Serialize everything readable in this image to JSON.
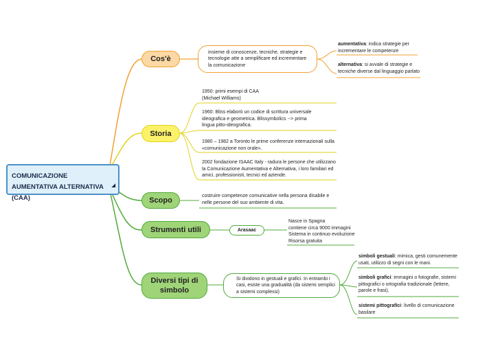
{
  "root": {
    "title": "COMUNICAZIONE AUMENTATIVA ALTERNATIVA (CAA)",
    "corner_icon": "◢"
  },
  "cose": {
    "title": "Cos'è",
    "definition": "insieme di conoscenze, tecniche, strategie e tecnologie atte a semplificare ed incrementare la comunicazione",
    "aumentativa_label": "aumentativa",
    "aumentativa_text": ": indica strategie per incrementare le competenze",
    "alternativa_label": "alternativa",
    "alternativa_text": ": si avvale di strategie e tecniche diverse dal linguaggio parlato"
  },
  "storia": {
    "title": "Storia",
    "items": [
      "1950: primi esempi di CAA (Michael Williams)",
      "1960: Bliss elaborò un codice di scrittura universale ideografica e geometrica. Blissymbolics --> prima lingua pitto-ideografica.",
      "1980 – 1982 a Toronto le prime conferenze internazionali sulla «comunicazione non orale».",
      "2002 fondazione ISAAC Italy - radura le persone che utilizzano la Comunicazione Aumentativa e Alternativa, i loro familiari ed amici, professionisti, tecnici ed aziende."
    ]
  },
  "scopo": {
    "title": "Scopo",
    "text": "costruire competenze comunicative nella persona disabile e nelle persone del suo ambiente di vita."
  },
  "strumenti": {
    "title": "Strumenti utili",
    "tool": "Arasaac",
    "details": [
      "Nasce in Spagna",
      "contiene circa 9000 immagini",
      "Sistema in continuo evoluzione",
      "Risorsa gratuita"
    ]
  },
  "simboli": {
    "title": "Diversi tipi di simbolo",
    "summary": "Si dividono in gestuali e grafici. In entrambi i casi, esiste una gradualità (da sistemi semplici a sistemi complessi)",
    "gestuali_label": "simboli gestuali",
    "gestuali_text": ": mimica, gesti comunemente usati, utilizzo di segni con le mani.",
    "grafici_label1": "simboli",
    "grafici_label2": "grafici",
    "grafici_text": ": immagini o fotografie, sistemi pittografici o ortografia tradizionale (lettere, parole e frasi).",
    "pitto_label": "sistemi pittografici",
    "pitto_text": ": livello di comunicazione basilare"
  },
  "colors": {
    "orange": "#f0a030",
    "yellow": "#e0d21a",
    "green": "#4faa3a",
    "root_border": "#4a90c8"
  }
}
